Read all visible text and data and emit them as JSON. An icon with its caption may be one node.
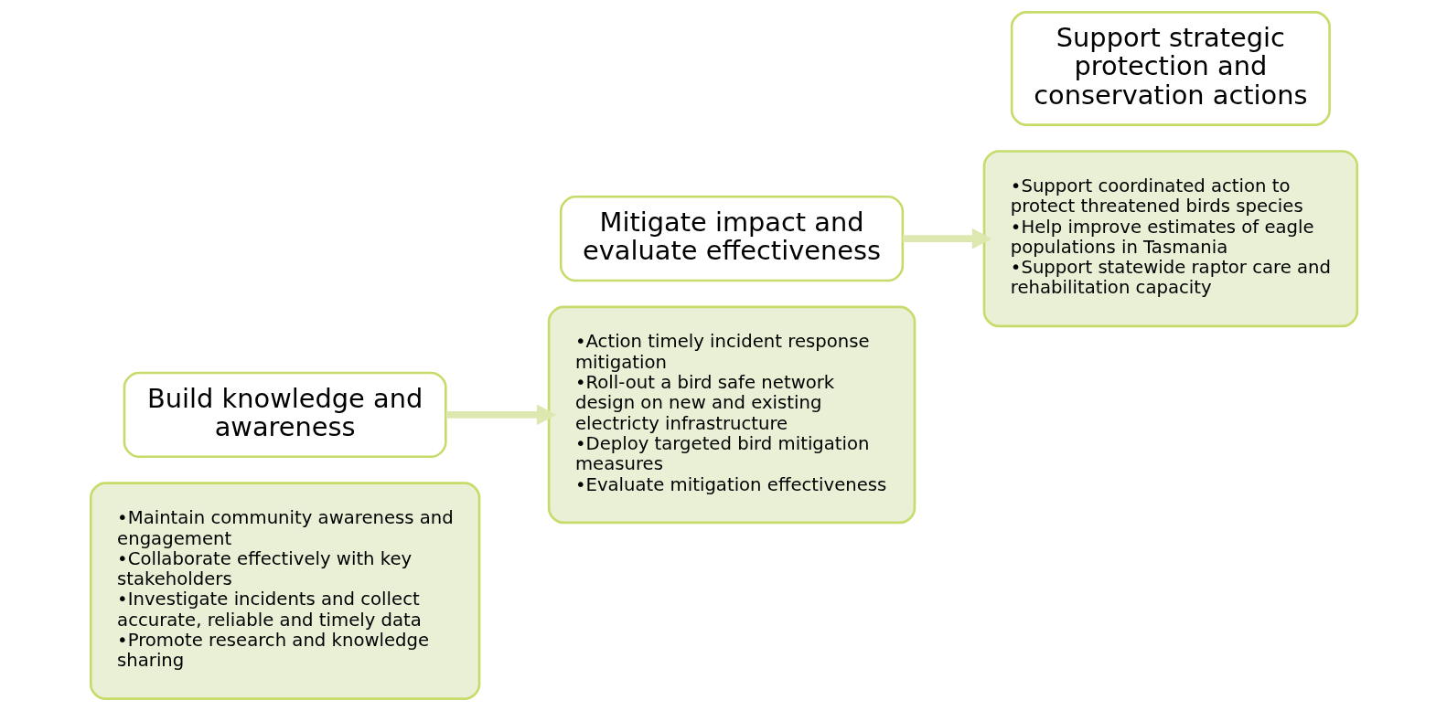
{
  "diagram": {
    "nodes": [
      {
        "text": [
          "•Maintain community awareness and engagement",
          "•Collaborate effectively with key stakeholders",
          "•Investigate incidents and collect accurate, reliable and timely data",
          "•Promote research and knowledge sharing"
        ]
      },
      {
        "text": [
          "Build knowledge and awareness"
        ]
      },
      {
        "text": [
          "•Action timely incident response mitigation",
          "•Roll-out a bird safe network design on new and existing electricty infrastructure",
          "•Deploy targeted bird mitigation measures",
          "•Evaluate mitigation effectiveness"
        ]
      },
      {
        "text": [
          "Mitigate impact and evaluate effectiveness"
        ]
      },
      {
        "text": [
          "•Support coordinated action to protect threatened birds species",
          "•Help improve estimates of eagle populations in Tasmania",
          "•Support statewide raptor care and rehabilitation capacity"
        ]
      },
      {
        "text": [
          "Support strategic protection and conservation actions"
        ]
      }
    ],
    "edges": [
      {
        "from": 1,
        "to": 2,
        "arrow": "to"
      },
      {
        "from": 3,
        "to": 4,
        "arrow": "to"
      }
    ]
  }
}
